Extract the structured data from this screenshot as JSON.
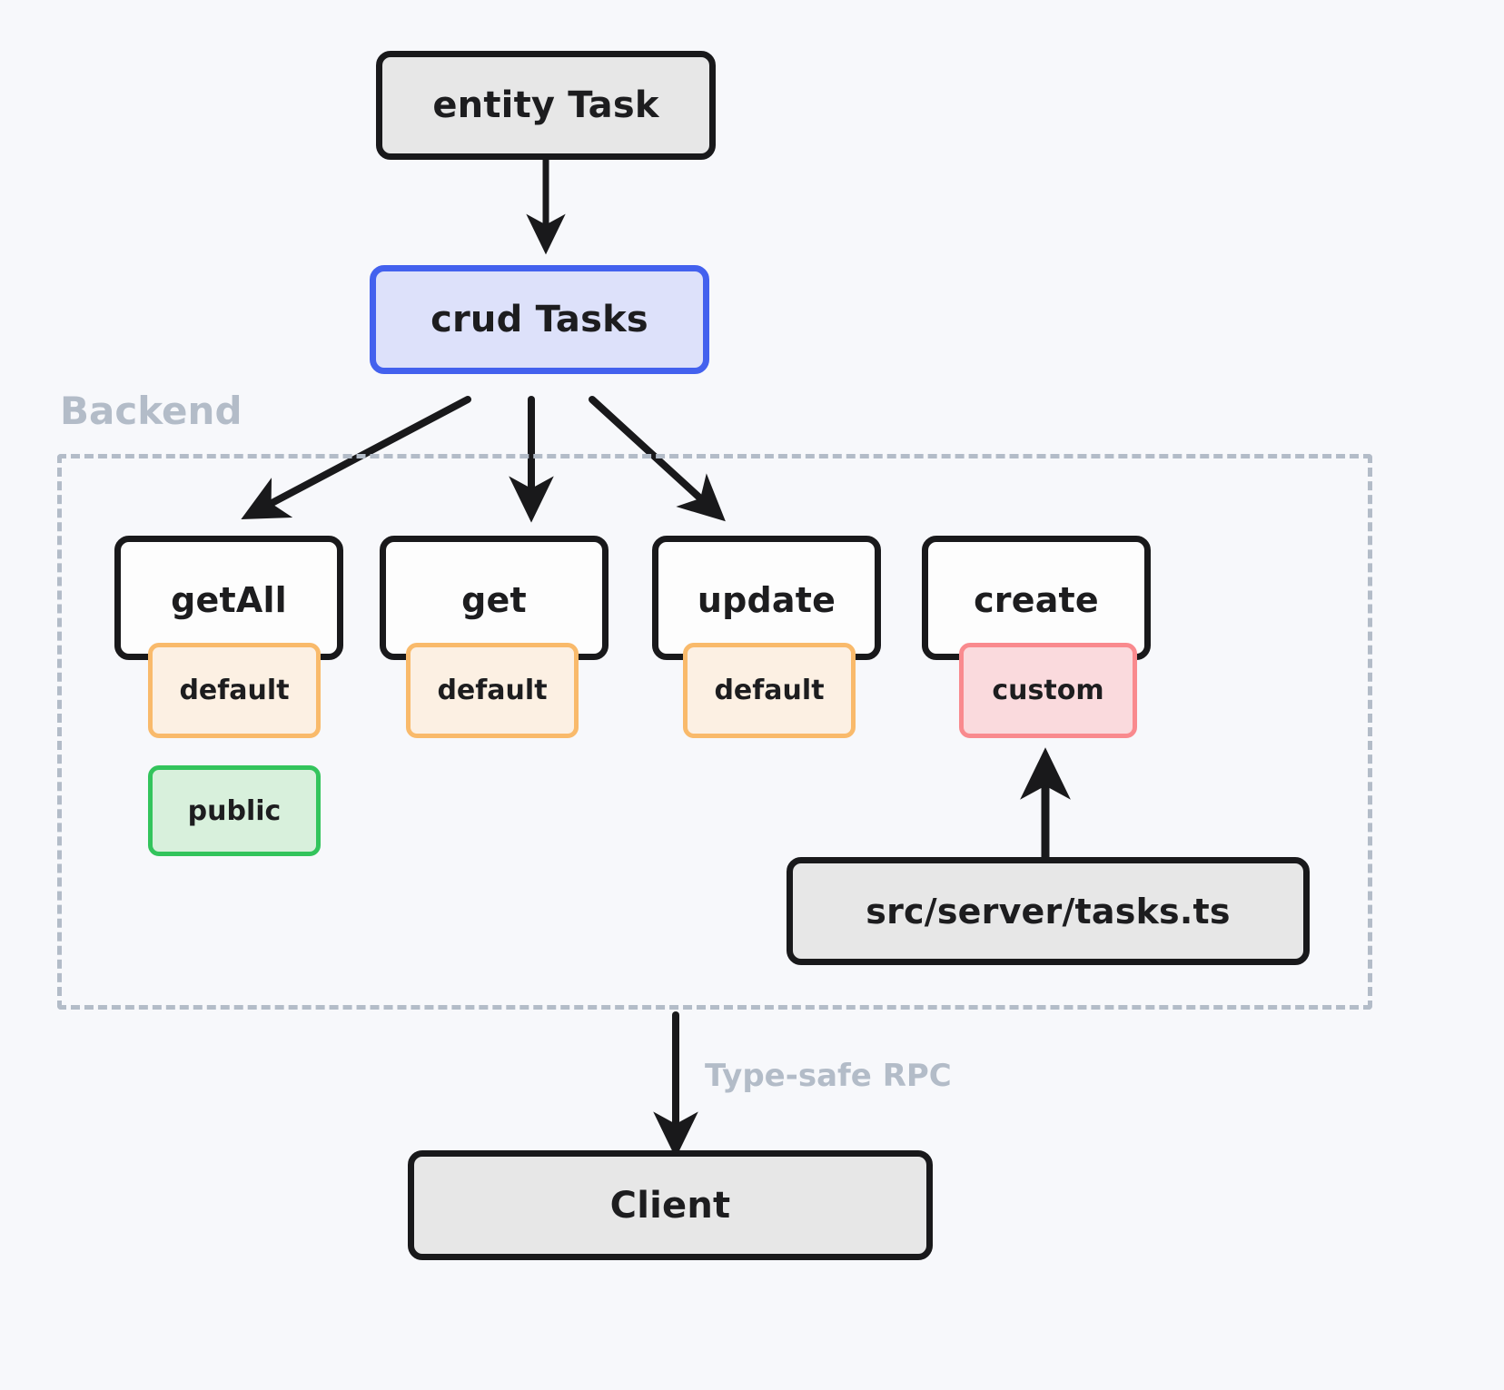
{
  "diagram": {
    "title_node": {
      "label": "entity Task"
    },
    "crud_node": {
      "label": "crud Tasks"
    },
    "region": {
      "label": "Backend"
    },
    "methods": [
      {
        "name": "getAll",
        "badges": [
          {
            "label": "default",
            "kind": "default"
          },
          {
            "label": "public",
            "kind": "public"
          }
        ]
      },
      {
        "name": "get",
        "badges": [
          {
            "label": "default",
            "kind": "default"
          }
        ]
      },
      {
        "name": "update",
        "badges": [
          {
            "label": "default",
            "kind": "default"
          }
        ]
      },
      {
        "name": "create",
        "badges": [
          {
            "label": "custom",
            "kind": "custom"
          }
        ]
      }
    ],
    "source_file": {
      "label": "src/server/tasks.ts"
    },
    "rpc_edge": {
      "label": "Type-safe RPC"
    },
    "client_node": {
      "label": "Client"
    },
    "colors": {
      "background": "#f7f8fb",
      "stroke_dark": "#19191b",
      "node_gray_fill": "#e7e7e7",
      "crud_border": "#4361ee",
      "crud_fill": "#dde1fa",
      "badge_default_border": "#f9ba6b",
      "badge_default_fill": "#fcf0e3",
      "badge_public_border": "#33c45c",
      "badge_public_fill": "#d8f0dc",
      "badge_custom_border": "#f98a8e",
      "badge_custom_fill": "#fadadd",
      "region_dashed": "#b3bcc8",
      "muted_text": "#b3bcc8"
    }
  }
}
